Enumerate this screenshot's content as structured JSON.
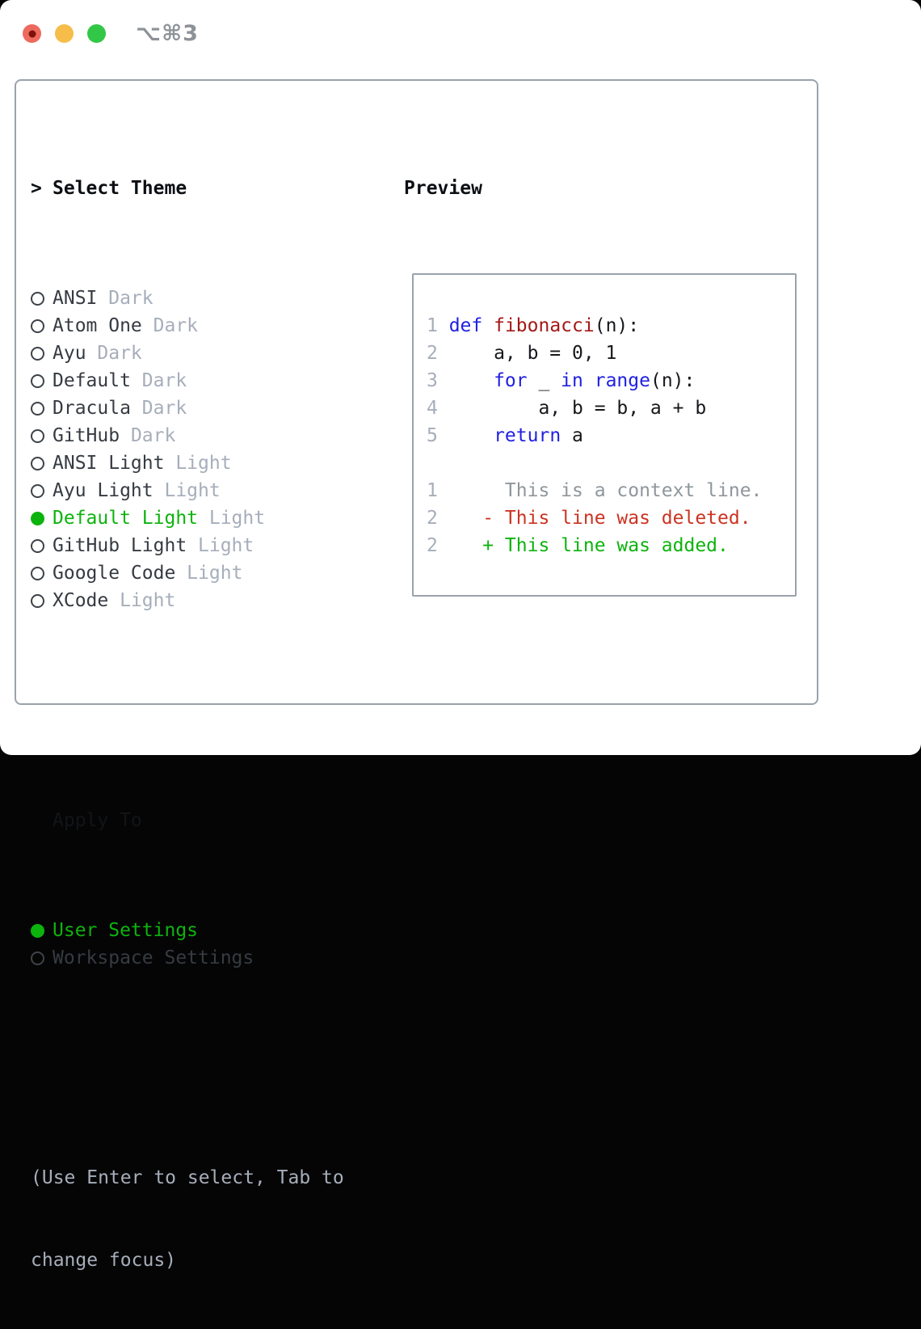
{
  "titlebar": {
    "shortcut": "⌥⌘3",
    "buttons": [
      {
        "name": "close",
        "color": "#ee6a5e",
        "dot": "#7e1309"
      },
      {
        "name": "minimize",
        "color": "#f6bd4a"
      },
      {
        "name": "zoom",
        "color": "#33c748"
      }
    ]
  },
  "colors": {
    "accent_green": "#0db30d",
    "panel_border": "#9aa2ad",
    "item_text": "#363b42",
    "muted_text": "#a6aebb"
  },
  "theme_list": {
    "header_prefix": ">",
    "header": "Select Theme",
    "items": [
      {
        "name": "ANSI",
        "variant": "Dark",
        "selected": false
      },
      {
        "name": "Atom One",
        "variant": "Dark",
        "selected": false
      },
      {
        "name": "Ayu",
        "variant": "Dark",
        "selected": false
      },
      {
        "name": "Default",
        "variant": "Dark",
        "selected": false
      },
      {
        "name": "Dracula",
        "variant": "Dark",
        "selected": false
      },
      {
        "name": "GitHub",
        "variant": "Dark",
        "selected": false
      },
      {
        "name": "ANSI Light",
        "variant": "Light",
        "selected": false
      },
      {
        "name": "Ayu Light",
        "variant": "Light",
        "selected": false
      },
      {
        "name": "Default Light",
        "variant": "Light",
        "selected": true
      },
      {
        "name": "GitHub Light",
        "variant": "Light",
        "selected": false
      },
      {
        "name": "Google Code",
        "variant": "Light",
        "selected": false
      },
      {
        "name": "XCode",
        "variant": "Light",
        "selected": false
      }
    ]
  },
  "apply_to": {
    "label": "Apply To",
    "options": [
      {
        "label": "User Settings",
        "selected": true
      },
      {
        "label": "Workspace Settings",
        "selected": false
      }
    ]
  },
  "hint_lines": [
    "(Use Enter to select, Tab to",
    "change focus)"
  ],
  "preview": {
    "title": "Preview",
    "syntax_colors": {
      "kw": "#2121e0",
      "fn": "#a61717",
      "pl": "#16181c",
      "ln": "#a6aebb",
      "ctx": "#8f969c",
      "del": "#cc3322",
      "add": "#0db30d"
    },
    "lines": [
      {
        "num": "1",
        "tokens": [
          [
            "def",
            "kw"
          ],
          [
            " ",
            "pl"
          ],
          [
            "fibonacci",
            "fn"
          ],
          [
            "(n):",
            "pl"
          ]
        ]
      },
      {
        "num": "2",
        "tokens": [
          [
            "    a, b = 0, 1",
            "pl"
          ]
        ]
      },
      {
        "num": "3",
        "tokens": [
          [
            "    ",
            "pl"
          ],
          [
            "for",
            "kw"
          ],
          [
            " _ ",
            "pl"
          ],
          [
            "in",
            "kw"
          ],
          [
            " ",
            "pl"
          ],
          [
            "range",
            "kw"
          ],
          [
            "(n):",
            "pl"
          ]
        ]
      },
      {
        "num": "4",
        "tokens": [
          [
            "        a, b = b, a + b",
            "pl"
          ]
        ]
      },
      {
        "num": "5",
        "tokens": [
          [
            "    ",
            "pl"
          ],
          [
            "return",
            "kw"
          ],
          [
            " a",
            "pl"
          ]
        ]
      },
      {
        "num": "",
        "tokens": []
      },
      {
        "num": "1",
        "tokens": [
          [
            "     This is a context line.",
            "ctx"
          ]
        ]
      },
      {
        "num": "2",
        "tokens": [
          [
            "   - This line was deleted.",
            "del"
          ]
        ]
      },
      {
        "num": "2",
        "tokens": [
          [
            "   + This line was added.",
            "add"
          ]
        ]
      }
    ]
  }
}
